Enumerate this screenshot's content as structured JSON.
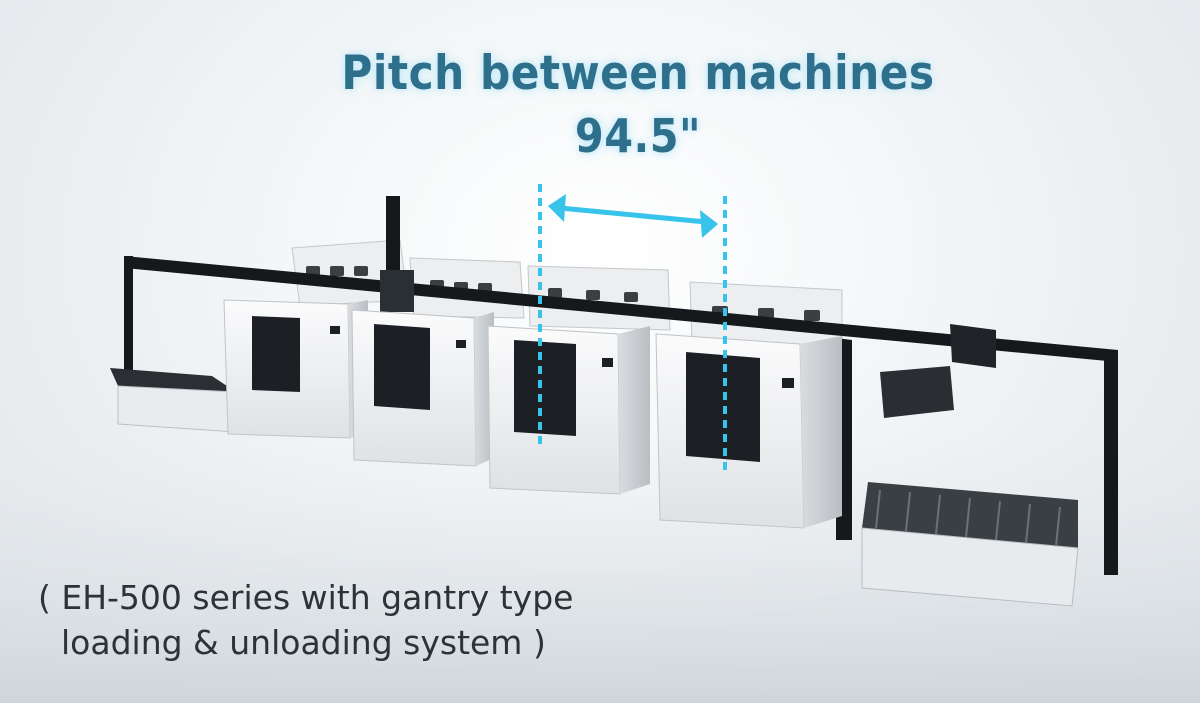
{
  "title": {
    "line1": "Pitch between machines",
    "line2": "94.5\""
  },
  "caption": {
    "line1": "( EH-500 series with gantry type",
    "line2": "loading & unloading system )"
  },
  "colors": {
    "accent": "#2e6f8c",
    "dimension": "#37c3ea",
    "machine_body": "#f4f5f6",
    "gantry_frame": "#161a1d"
  }
}
